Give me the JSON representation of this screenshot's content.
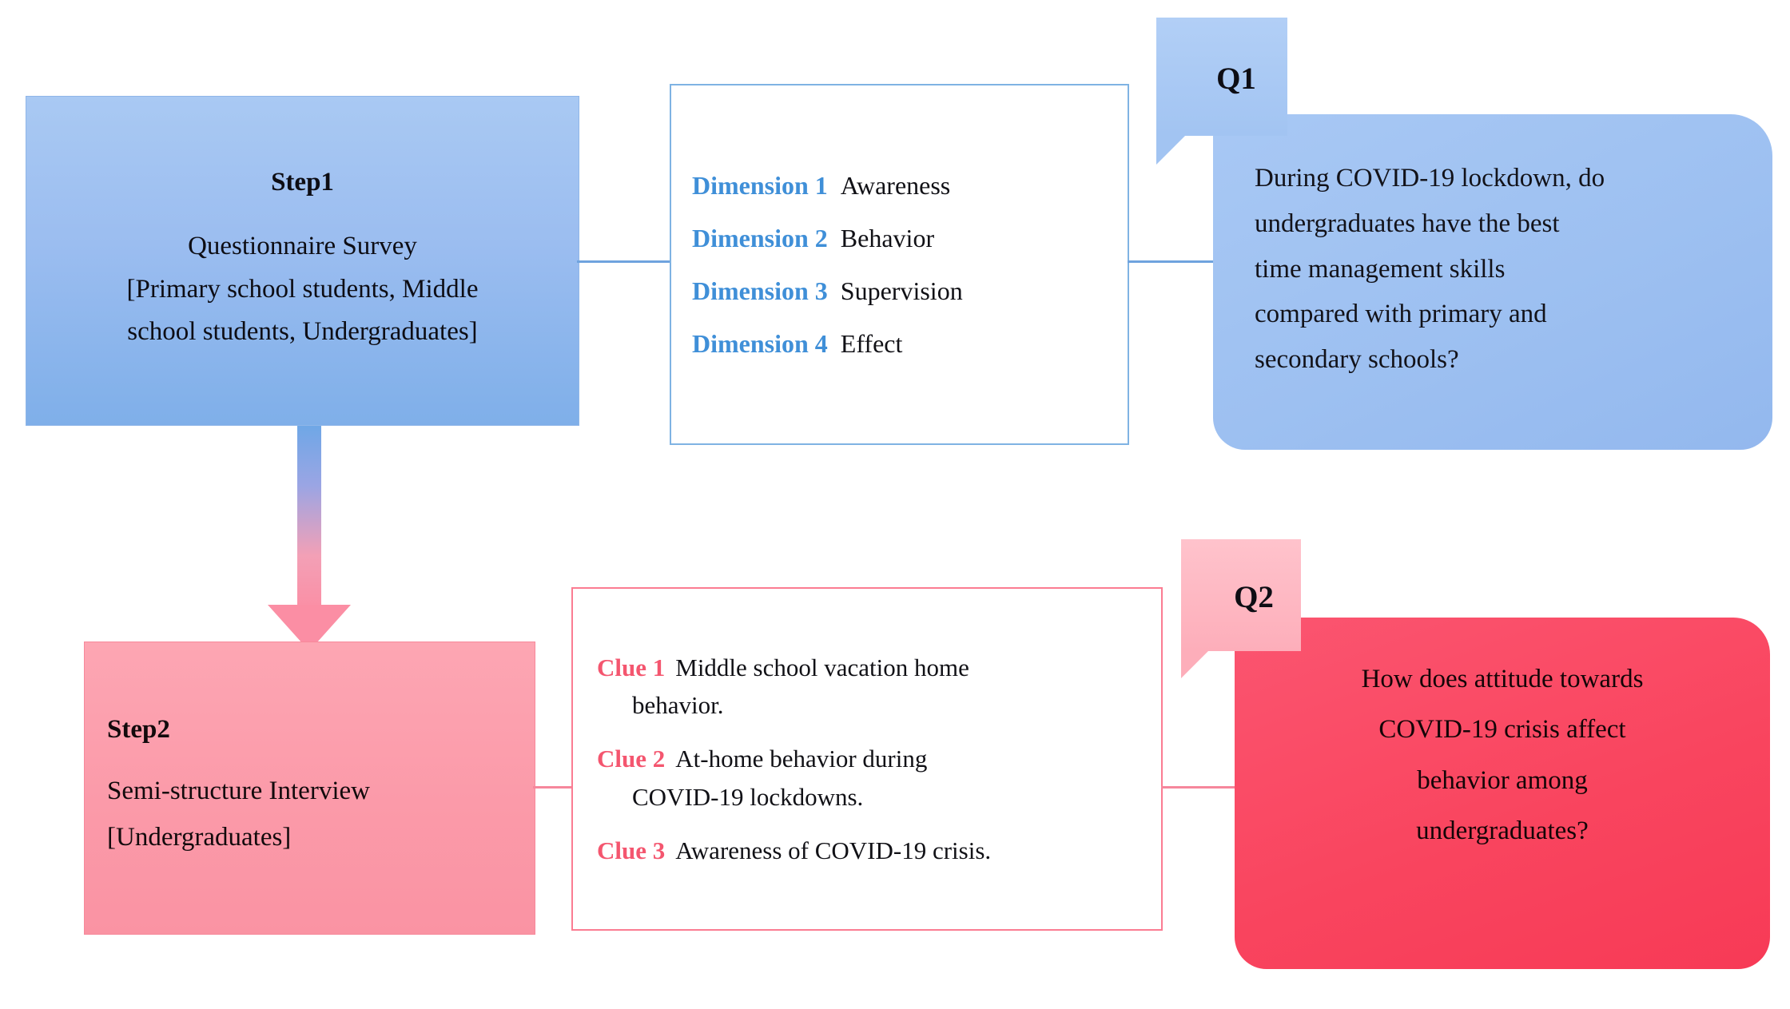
{
  "diagram": {
    "title": "Two-step research design: questionnaire survey and semi-structured interview",
    "colors": {
      "blue_fill": "#9DC0F1",
      "blue_border": "#7FB3E3",
      "blue_accent": "#3F8FD8",
      "pink_fill": "#FB9AA9",
      "pink_border": "#FB7C92",
      "red_fill": "#F9455F",
      "clue_accent": "#F4566F",
      "tab_blue": "#A2C4F2",
      "tab_pink": "#FDAEBA",
      "text_dark": "#111116",
      "background": "#FFFFFF"
    }
  },
  "step1": {
    "title": "Step1",
    "subtitle": "Questionnaire Survey",
    "participants_line1": "[Primary school students, Middle",
    "participants_line2": "school students, Undergraduates]"
  },
  "dimensions": {
    "items": [
      {
        "key": "Dimension 1",
        "label": "Awareness"
      },
      {
        "key": "Dimension 2",
        "label": "Behavior"
      },
      {
        "key": "Dimension 3",
        "label": "Supervision"
      },
      {
        "key": "Dimension 4",
        "label": "Effect"
      }
    ]
  },
  "q1": {
    "tab_label": "Q1",
    "line1": "During COVID-19 lockdown, do",
    "line2": "undergraduates have the best",
    "line3": "time management skills",
    "line4": "compared with primary and",
    "line5": "secondary schools?"
  },
  "step2": {
    "title": "Step2",
    "subtitle": "Semi-structure Interview",
    "participants": "[Undergraduates]"
  },
  "clues": {
    "items": [
      {
        "key": "Clue 1",
        "line1": "Middle school vacation home",
        "line2": "behavior."
      },
      {
        "key": "Clue 2",
        "line1": "At-home behavior during",
        "line2": "COVID-19 lockdowns."
      },
      {
        "key": "Clue 3",
        "line1": "Awareness of COVID-19 crisis.",
        "line2": ""
      }
    ]
  },
  "q2": {
    "tab_label": "Q2",
    "line1": "How does attitude towards",
    "line2": "COVID-19 crisis affect",
    "line3": "behavior among",
    "line4": "undergraduates?"
  },
  "connectors": {
    "step1_to_dimensions": "horizontal-line",
    "dimensions_to_q1": "horizontal-line",
    "step1_to_step2": "down-arrow",
    "step2_to_clues": "horizontal-line",
    "clues_to_q2": "horizontal-line"
  }
}
